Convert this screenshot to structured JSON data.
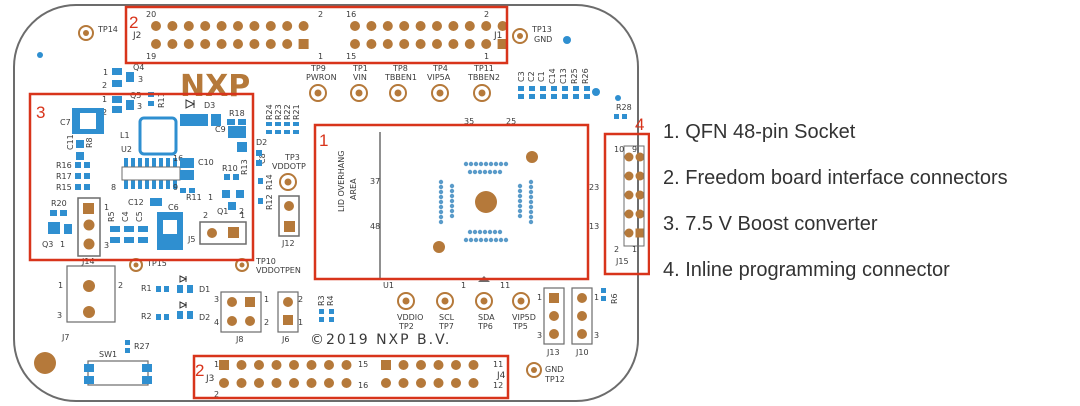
{
  "colors": {
    "copper": "#b5793a",
    "board_outline": "#6c6c6c",
    "highlight": "#d8341b",
    "smd_blue": "#2f8fd0"
  },
  "logo": "NXP",
  "copyright": "©2019 NXP B.V.",
  "legend": [
    "1. QFN 48-pin Socket",
    "2. Freedom board interface connectors",
    "3. 7.5 V Boost converter",
    "4. Inline programming connector"
  ],
  "regions": {
    "r1": "1",
    "r2_top": "2",
    "r2_bottom": "2",
    "r3": "3",
    "r4": "4"
  },
  "socket": {
    "overhang_1": "LID OVERHANG",
    "overhang_2": "AREA",
    "pin35": "35",
    "pin25": "25",
    "pin37": "37",
    "pin48": "48",
    "pin23": "23",
    "pin13": "13",
    "pin1": "1",
    "pin11": "11",
    "ref": "U1"
  },
  "headers": {
    "j2": "J2",
    "j1": "J1",
    "j3": "J3",
    "j4": "J4",
    "top_20": "20",
    "top_2a": "2",
    "top_16": "16",
    "top_2b": "2",
    "top_19": "19",
    "top_1a": "1",
    "top_15": "15",
    "top_1b": "1",
    "bot_1": "1",
    "bot_15": "15",
    "bot_11": "11",
    "bot_2": "2",
    "bot_16": "16",
    "bot_12": "12"
  },
  "j15": {
    "ref": "J15",
    "p10": "10",
    "p9": "9",
    "p2": "2",
    "p1": "1"
  },
  "testpoints": {
    "tp14": "TP14",
    "tp13": "TP13",
    "tp13_gnd": "GND",
    "tp9": "TP9",
    "tp9_net": "PWRON",
    "tp1": "TP1",
    "tp1_net": "VIN",
    "tp8": "TP8",
    "tp8_net": "TBBEN1",
    "tp4": "TP4",
    "tp4_net": "VIP5A",
    "tp11": "TP11",
    "tp11_net": "TBBEN2",
    "tp3": "TP3",
    "tp3_net": "VDDOTP",
    "tp10": "TP10",
    "tp10_net": "VDDOTPEN",
    "tp15": "TP15",
    "tp2": "TP2",
    "tp2_net": "VDDIO",
    "tp7": "TP7",
    "tp7_net": "SCL",
    "tp6": "TP6",
    "tp6_net": "SDA",
    "tp5": "TP5",
    "tp5_net": "VIP5D",
    "tp12": "TP12",
    "tp12_gnd": "GND"
  },
  "parts": {
    "c3": "C3",
    "c2": "C2",
    "c1": "C1",
    "c14": "C14",
    "c13": "C13",
    "r25": "R25",
    "r26": "R26",
    "r28": "R28",
    "r24": "R24",
    "r23": "R23",
    "r22": "R22",
    "r21": "R21",
    "q4": "Q4",
    "q5": "Q5",
    "r11": "R11",
    "d3": "D3",
    "r18": "R18",
    "c7": "C7",
    "l1": "L1",
    "u2": "U2",
    "c11": "C11",
    "r8": "R8",
    "c9": "C9",
    "d2": "D2",
    "c10": "C10",
    "r10": "R10",
    "r13": "R13",
    "c8": "C8",
    "r16": "R16",
    "r17": "R17",
    "r15": "R15",
    "r14": "R14",
    "r12": "R12",
    "r11b": "R11",
    "q1": "Q1",
    "c12": "C12",
    "r20": "R20",
    "r5": "R5",
    "c4": "C4",
    "c5": "C5",
    "c6": "C6",
    "q3": "Q3",
    "j5": "J5",
    "j12": "J12",
    "j14": "J14",
    "j7": "J7",
    "r1": "R1",
    "d1": "D1",
    "r2": "R2",
    "d2b": "D2",
    "j8": "J8",
    "j6": "J6",
    "r3": "R3",
    "r4": "R4",
    "sw1": "SW1",
    "r27": "R27",
    "j13": "J13",
    "j10": "J10",
    "r6": "R6",
    "p8": "8",
    "p16": "16",
    "p9": "9",
    "p1": "1"
  }
}
